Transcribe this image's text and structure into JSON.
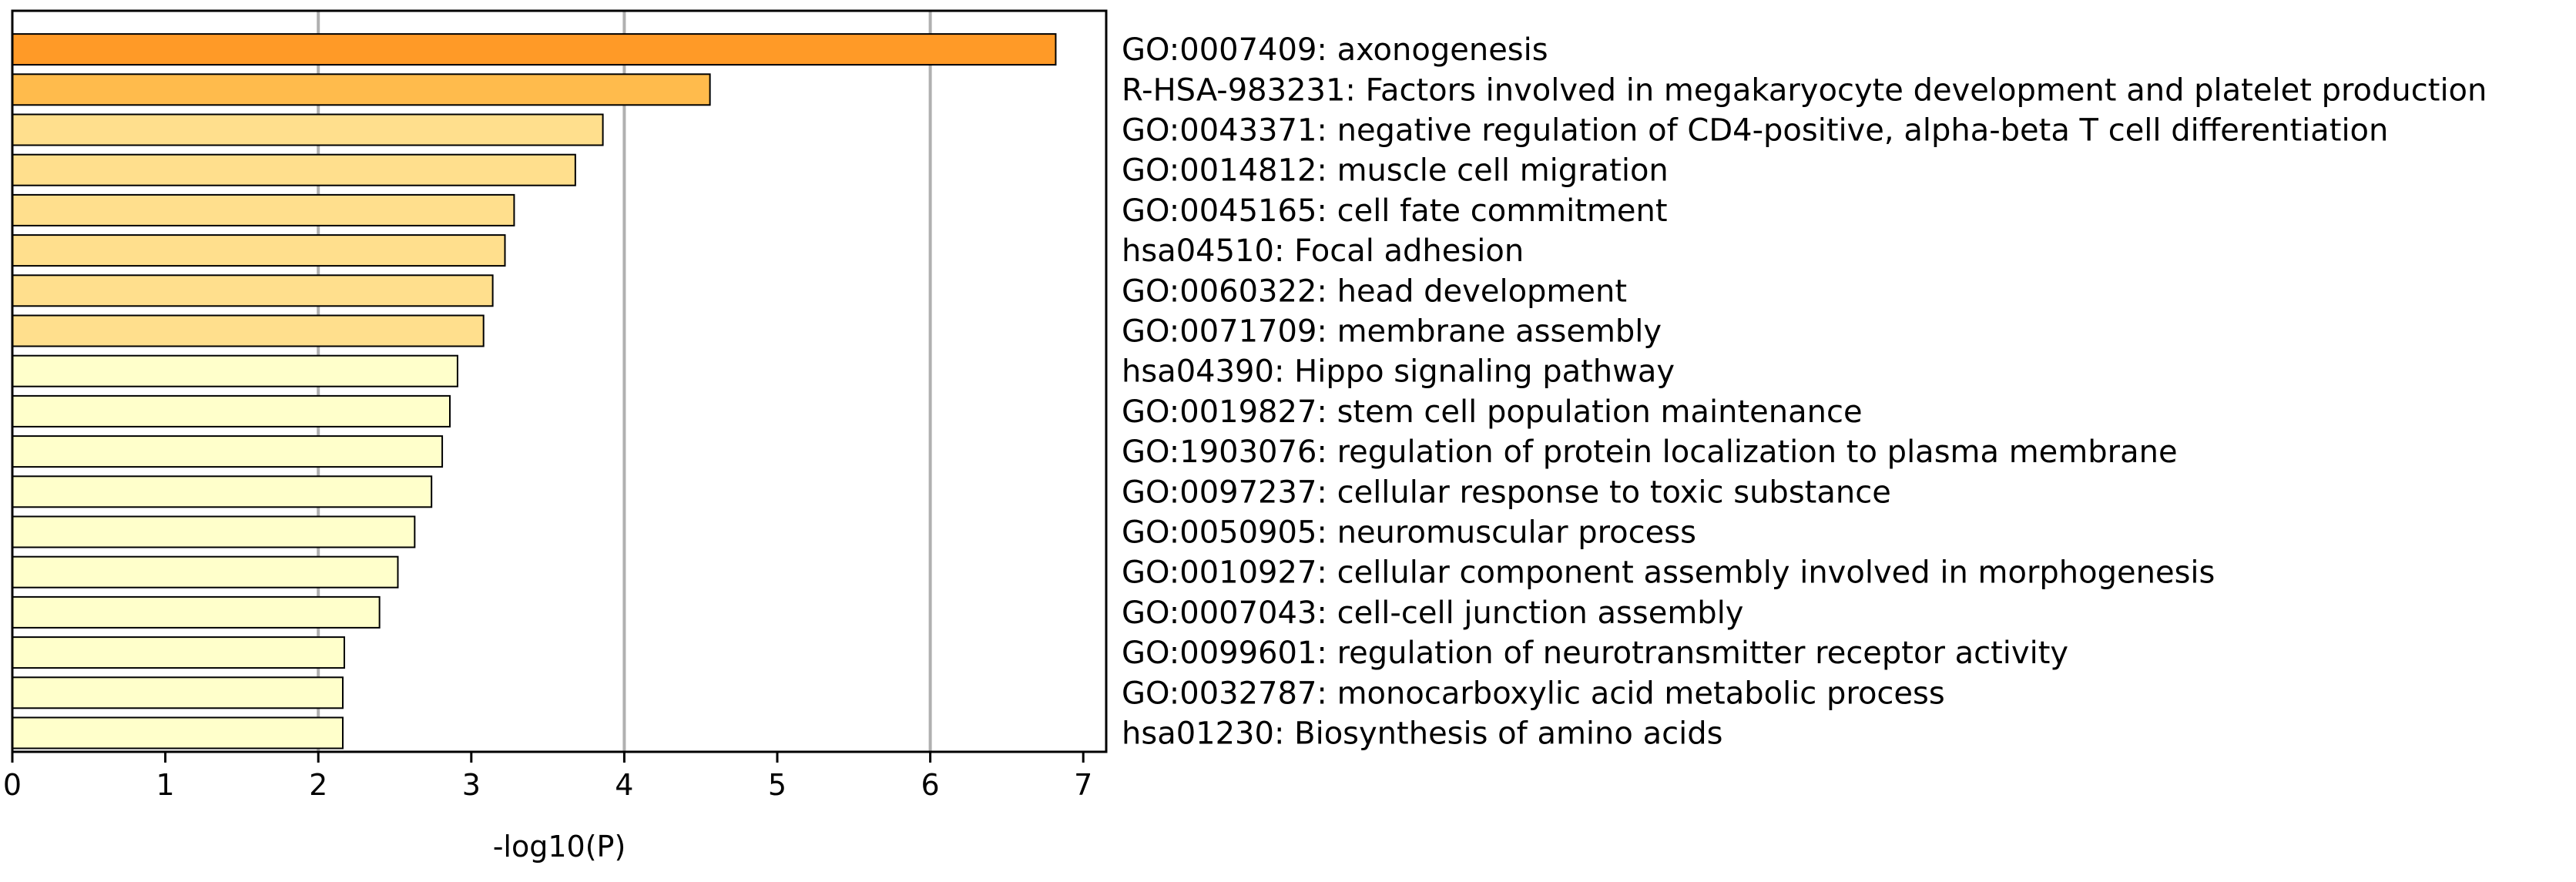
{
  "chart_data": {
    "type": "bar",
    "orientation": "horizontal",
    "xlabel": "-log10(P)",
    "xlim": [
      0,
      7.15
    ],
    "xticks": [
      0,
      1,
      2,
      3,
      4,
      5,
      6,
      7
    ],
    "grid": "vertical major ticks only (x = 2, 4, 6)",
    "gridlines_at": [
      2,
      4,
      6
    ],
    "legend": "none",
    "colors": {
      "level_1": "#ff9a27",
      "level_2": "#ffbb4c",
      "level_3": "#ffdf8d",
      "level_4": "#ffffcb",
      "bar_edge": "#000000",
      "grid": "#b0b0b0"
    },
    "categories": [
      "GO:0007409: axonogenesis",
      "R-HSA-983231: Factors involved in megakaryocyte development and platelet production",
      "GO:0043371: negative regulation of CD4-positive, alpha-beta T cell differentiation",
      "GO:0014812: muscle cell migration",
      "GO:0045165: cell fate commitment",
      "hsa04510: Focal adhesion",
      "GO:0060322: head development",
      "GO:0071709: membrane assembly",
      "hsa04390: Hippo signaling pathway",
      "GO:0019827: stem cell population maintenance",
      "GO:1903076: regulation of protein localization to plasma membrane",
      "GO:0097237: cellular response to toxic substance",
      "GO:0050905: neuromuscular process",
      "GO:0010927: cellular component assembly involved in morphogenesis",
      "GO:0007043: cell-cell junction assembly",
      "GO:0099601: regulation of neurotransmitter receptor activity",
      "GO:0032787: monocarboxylic acid metabolic process",
      "hsa01230: Biosynthesis of amino acids"
    ],
    "values": [
      6.82,
      4.56,
      3.86,
      3.68,
      3.28,
      3.22,
      3.14,
      3.08,
      2.91,
      2.86,
      2.81,
      2.74,
      2.63,
      2.52,
      2.4,
      2.17,
      2.16,
      2.16
    ],
    "color_levels": [
      1,
      2,
      3,
      3,
      3,
      3,
      3,
      3,
      4,
      4,
      4,
      4,
      4,
      4,
      4,
      4,
      4,
      4
    ]
  }
}
